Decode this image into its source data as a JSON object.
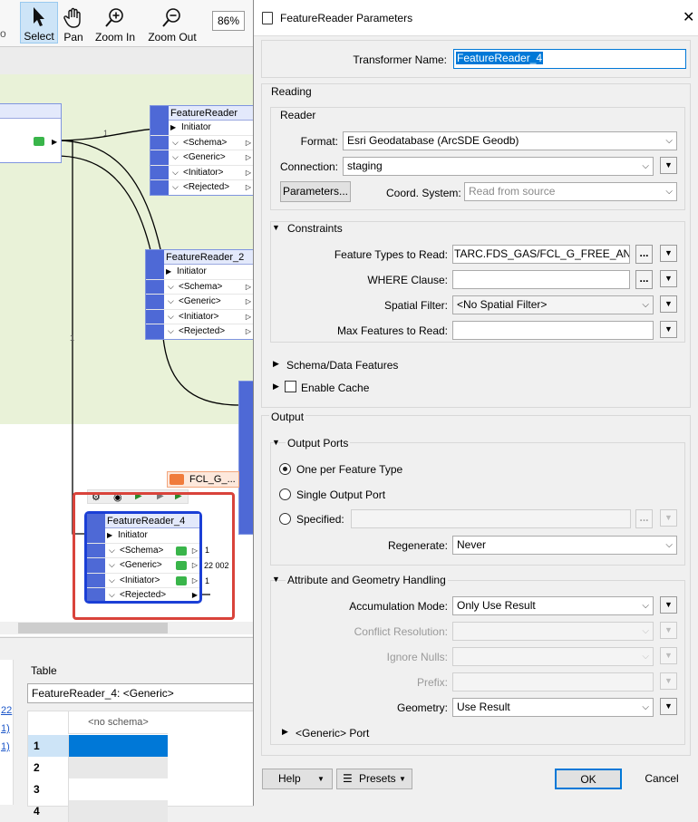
{
  "toolbar": {
    "select": "Select",
    "pan": "Pan",
    "zoom_in": "Zoom In",
    "zoom_out": "Zoom Out",
    "zoom_level": "86%",
    "fragment": "o"
  },
  "canvas": {
    "wire_label_1": "1",
    "wire_label_2": "1",
    "node1": {
      "title": "FeatureReader",
      "ports": [
        "Initiator",
        "<Schema>",
        "<Generic>",
        "<Initiator>",
        "<Rejected>"
      ]
    },
    "node2": {
      "title": "FeatureReader_2",
      "ports": [
        "Initiator",
        "<Schema>",
        "<Generic>",
        "<Initiator>",
        "<Rejected>"
      ]
    },
    "node4": {
      "title": "FeatureReader_4",
      "ports": [
        "Initiator",
        "<Schema>",
        "<Generic>",
        "<Initiator>",
        "<Rejected>"
      ],
      "counts": [
        "1",
        "22 002",
        "1"
      ]
    },
    "tag": "FCL_G_..."
  },
  "bottom": {
    "table_tab": "Table",
    "table_selector": "FeatureReader_4: <Generic>",
    "col_header": "<no schema>",
    "rows": [
      "1",
      "2",
      "3",
      "4"
    ],
    "left_links": [
      "22",
      "1)",
      "1)"
    ]
  },
  "dialog": {
    "title": "FeatureReader Parameters",
    "transformer_name_label": "Transformer Name:",
    "transformer_name": "FeatureReader_4",
    "reading": "Reading",
    "reader": "Reader",
    "format_label": "Format:",
    "format": "Esri Geodatabase (ArcSDE Geodb)",
    "connection_label": "Connection:",
    "connection": "staging",
    "parameters_btn": "Parameters...",
    "coord_label": "Coord. System:",
    "coord_placeholder": "Read from source",
    "constraints": "Constraints",
    "feature_types_label": "Feature Types to Read:",
    "feature_types": "TARC.FDS_GAS/FCL_G_FREE_ANNOT",
    "where_label": "WHERE Clause:",
    "where": "",
    "spatial_label": "Spatial Filter:",
    "spatial": "<No Spatial Filter>",
    "max_label": "Max Features to Read:",
    "max": "",
    "schema_data": "Schema/Data Features",
    "enable_cache": "Enable Cache",
    "output": "Output",
    "output_ports": "Output Ports",
    "opt_one": "One per Feature Type",
    "opt_single": "Single Output Port",
    "opt_specified": "Specified:",
    "regenerate_label": "Regenerate:",
    "regenerate": "Never",
    "attr_geom": "Attribute and Geometry Handling",
    "accum_label": "Accumulation Mode:",
    "accum": "Only Use Result",
    "conflict_label": "Conflict Resolution:",
    "ignore_label": "Ignore Nulls:",
    "prefix_label": "Prefix:",
    "geometry_label": "Geometry:",
    "geometry": "Use Result",
    "generic_port": "<Generic> Port",
    "help": "Help",
    "presets": "Presets",
    "ok": "OK",
    "cancel": "Cancel",
    "ellipsis": "..."
  }
}
